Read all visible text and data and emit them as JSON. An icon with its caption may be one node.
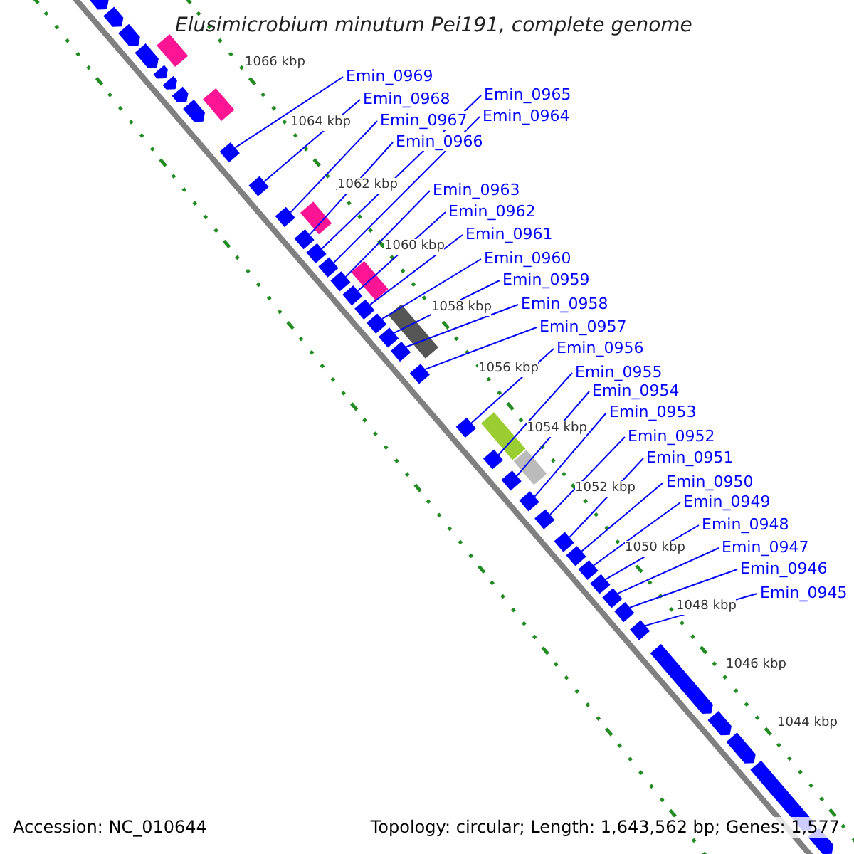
{
  "diagram": {
    "title": "Elusimicrobium minutum Pei191, complete genome",
    "nodes": [
      {
        "text": [
          "Emin_0969"
        ]
      },
      {
        "text": [
          "Emin_0968"
        ]
      },
      {
        "text": [
          "Emin_0967"
        ]
      },
      {
        "text": [
          "Emin_0966"
        ]
      },
      {
        "text": [
          "Emin_0965"
        ]
      },
      {
        "text": [
          "Emin_0964"
        ]
      },
      {
        "text": [
          "Emin_0963"
        ]
      },
      {
        "text": [
          "Emin_0962"
        ]
      },
      {
        "text": [
          "Emin_0961"
        ]
      },
      {
        "text": [
          "Emin_0960"
        ]
      },
      {
        "text": [
          "Emin_0959"
        ]
      },
      {
        "text": [
          "Emin_0958"
        ]
      },
      {
        "text": [
          "Emin_0957"
        ]
      },
      {
        "text": [
          "Emin_0956"
        ]
      },
      {
        "text": [
          "Emin_0955"
        ]
      },
      {
        "text": [
          "Emin_0954"
        ]
      },
      {
        "text": [
          "Emin_0953"
        ]
      },
      {
        "text": [
          "Emin_0952"
        ]
      },
      {
        "text": [
          "Emin_0951"
        ]
      },
      {
        "text": [
          "Emin_0950"
        ]
      },
      {
        "text": [
          "Emin_0949"
        ]
      },
      {
        "text": [
          "Emin_0948"
        ]
      },
      {
        "text": [
          "Emin_0947"
        ]
      },
      {
        "text": [
          "Emin_0946"
        ]
      },
      {
        "text": [
          "Emin_0945"
        ]
      },
      {
        "text": [],
        "shape": "bar"
      },
      {
        "text": [],
        "shape": "bar"
      },
      {
        "text": [],
        "shape": "bar"
      },
      {
        "text": [],
        "shape": "bar"
      },
      {
        "text": [],
        "shape": "bar"
      },
      {
        "text": [],
        "shape": "bar"
      },
      {
        "text": [],
        "shape": "bar"
      },
      {
        "text": [],
        "shape": "bar"
      },
      {
        "text": [],
        "shape": "bar"
      },
      {
        "text": [],
        "shape": "bar"
      },
      {
        "text": [],
        "shape": "bar"
      },
      {
        "text": [],
        "shape": "bar"
      },
      {
        "text": [],
        "shape": "bar"
      },
      {
        "text": [],
        "shape": "bar"
      },
      {
        "text": [],
        "shape": "bar"
      },
      {
        "text": [],
        "shape": "bar"
      },
      {
        "text": [],
        "shape": "bar"
      },
      {
        "text": [],
        "shape": "bar"
      },
      {
        "text": [],
        "shape": "bar"
      },
      {
        "text": [],
        "shape": "bar"
      },
      {
        "text": [],
        "shape": "bar"
      },
      {
        "text": [],
        "shape": "bar"
      },
      {
        "text": [],
        "shape": "bar"
      },
      {
        "text": [],
        "shape": "bar"
      },
      {
        "text": [],
        "shape": "bar"
      }
    ],
    "edges": [
      {
        "from": 0,
        "to": 25,
        "arrow": "none"
      },
      {
        "from": 1,
        "to": 26,
        "arrow": "none"
      },
      {
        "from": 2,
        "to": 27,
        "arrow": "none"
      },
      {
        "from": 3,
        "to": 28,
        "arrow": "none"
      },
      {
        "from": 4,
        "to": 29,
        "arrow": "none"
      },
      {
        "from": 5,
        "to": 30,
        "arrow": "none"
      },
      {
        "from": 6,
        "to": 31,
        "arrow": "none"
      },
      {
        "from": 7,
        "to": 32,
        "arrow": "none"
      },
      {
        "from": 8,
        "to": 33,
        "arrow": "none"
      },
      {
        "from": 9,
        "to": 34,
        "arrow": "none"
      },
      {
        "from": 10,
        "to": 35,
        "arrow": "none"
      },
      {
        "from": 11,
        "to": 36,
        "arrow": "none"
      },
      {
        "from": 12,
        "to": 37,
        "arrow": "none"
      },
      {
        "from": 13,
        "to": 38,
        "arrow": "none"
      },
      {
        "from": 14,
        "to": 39,
        "arrow": "none"
      },
      {
        "from": 15,
        "to": 40,
        "arrow": "none"
      },
      {
        "from": 16,
        "to": 41,
        "arrow": "none"
      },
      {
        "from": 17,
        "to": 42,
        "arrow": "none"
      },
      {
        "from": 18,
        "to": 43,
        "arrow": "none"
      },
      {
        "from": 19,
        "to": 44,
        "arrow": "none"
      },
      {
        "from": 20,
        "to": 45,
        "arrow": "none"
      },
      {
        "from": 21,
        "to": 46,
        "arrow": "none"
      },
      {
        "from": 22,
        "to": 47,
        "arrow": "none"
      },
      {
        "from": 23,
        "to": 48,
        "arrow": "none"
      },
      {
        "from": 24,
        "to": 49,
        "arrow": "none"
      }
    ],
    "labels": [
      "1066 kbp",
      "1064 kbp",
      "1062 kbp",
      "1060 kbp",
      "1058 kbp",
      "1056 kbp",
      "1054 kbp",
      "1052 kbp",
      "1050 kbp",
      "1048 kbp",
      "1046 kbp",
      "1044 kbp",
      "Accession: NC_010644",
      "Topology: circular; Length: 1,643,562 bp; Genes: 1,577"
    ]
  }
}
